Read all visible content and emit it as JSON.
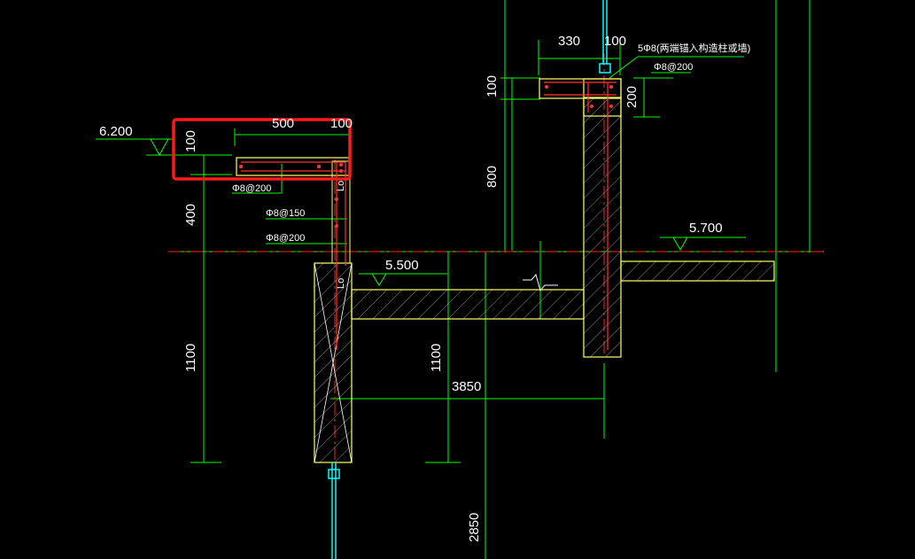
{
  "drawing": {
    "colors": {
      "background": "#000000",
      "dimension": "#00ff00",
      "concrete_outline": "#ffff66",
      "axis": "#ff2222",
      "rebar": "#ff3333",
      "glass": "#00ffff",
      "highlight": "#ff1a1a",
      "text": "#ffffff"
    },
    "elevations": {
      "left_top": "6.200",
      "mid_slab": "5.500",
      "right_slab": "5.700"
    },
    "dimensions": {
      "top_width": "330",
      "top_wall": "100",
      "right_top_100": "100",
      "right_200": "200",
      "right_800": "800",
      "left_500": "500",
      "left_100_top": "100",
      "left_100_side": "100",
      "left_400": "400",
      "left_1100": "1100",
      "mid_1100": "1100",
      "span_3850": "3850",
      "bottom_2850": "2850"
    },
    "rebar_notes": {
      "note_top_1": "5Φ8(两端锚入构造柱或墙)",
      "note_top_2": "Φ8@200",
      "note_left_1": "Φ8@200",
      "note_left_2": "Φ8@150",
      "note_left_3": "Φ8@200",
      "note_wall_1": "Lo",
      "note_wall_2": "Lo"
    },
    "icons": [
      "elevation-marker-icon",
      "break-line-icon",
      "glass-mullion-icon"
    ]
  }
}
